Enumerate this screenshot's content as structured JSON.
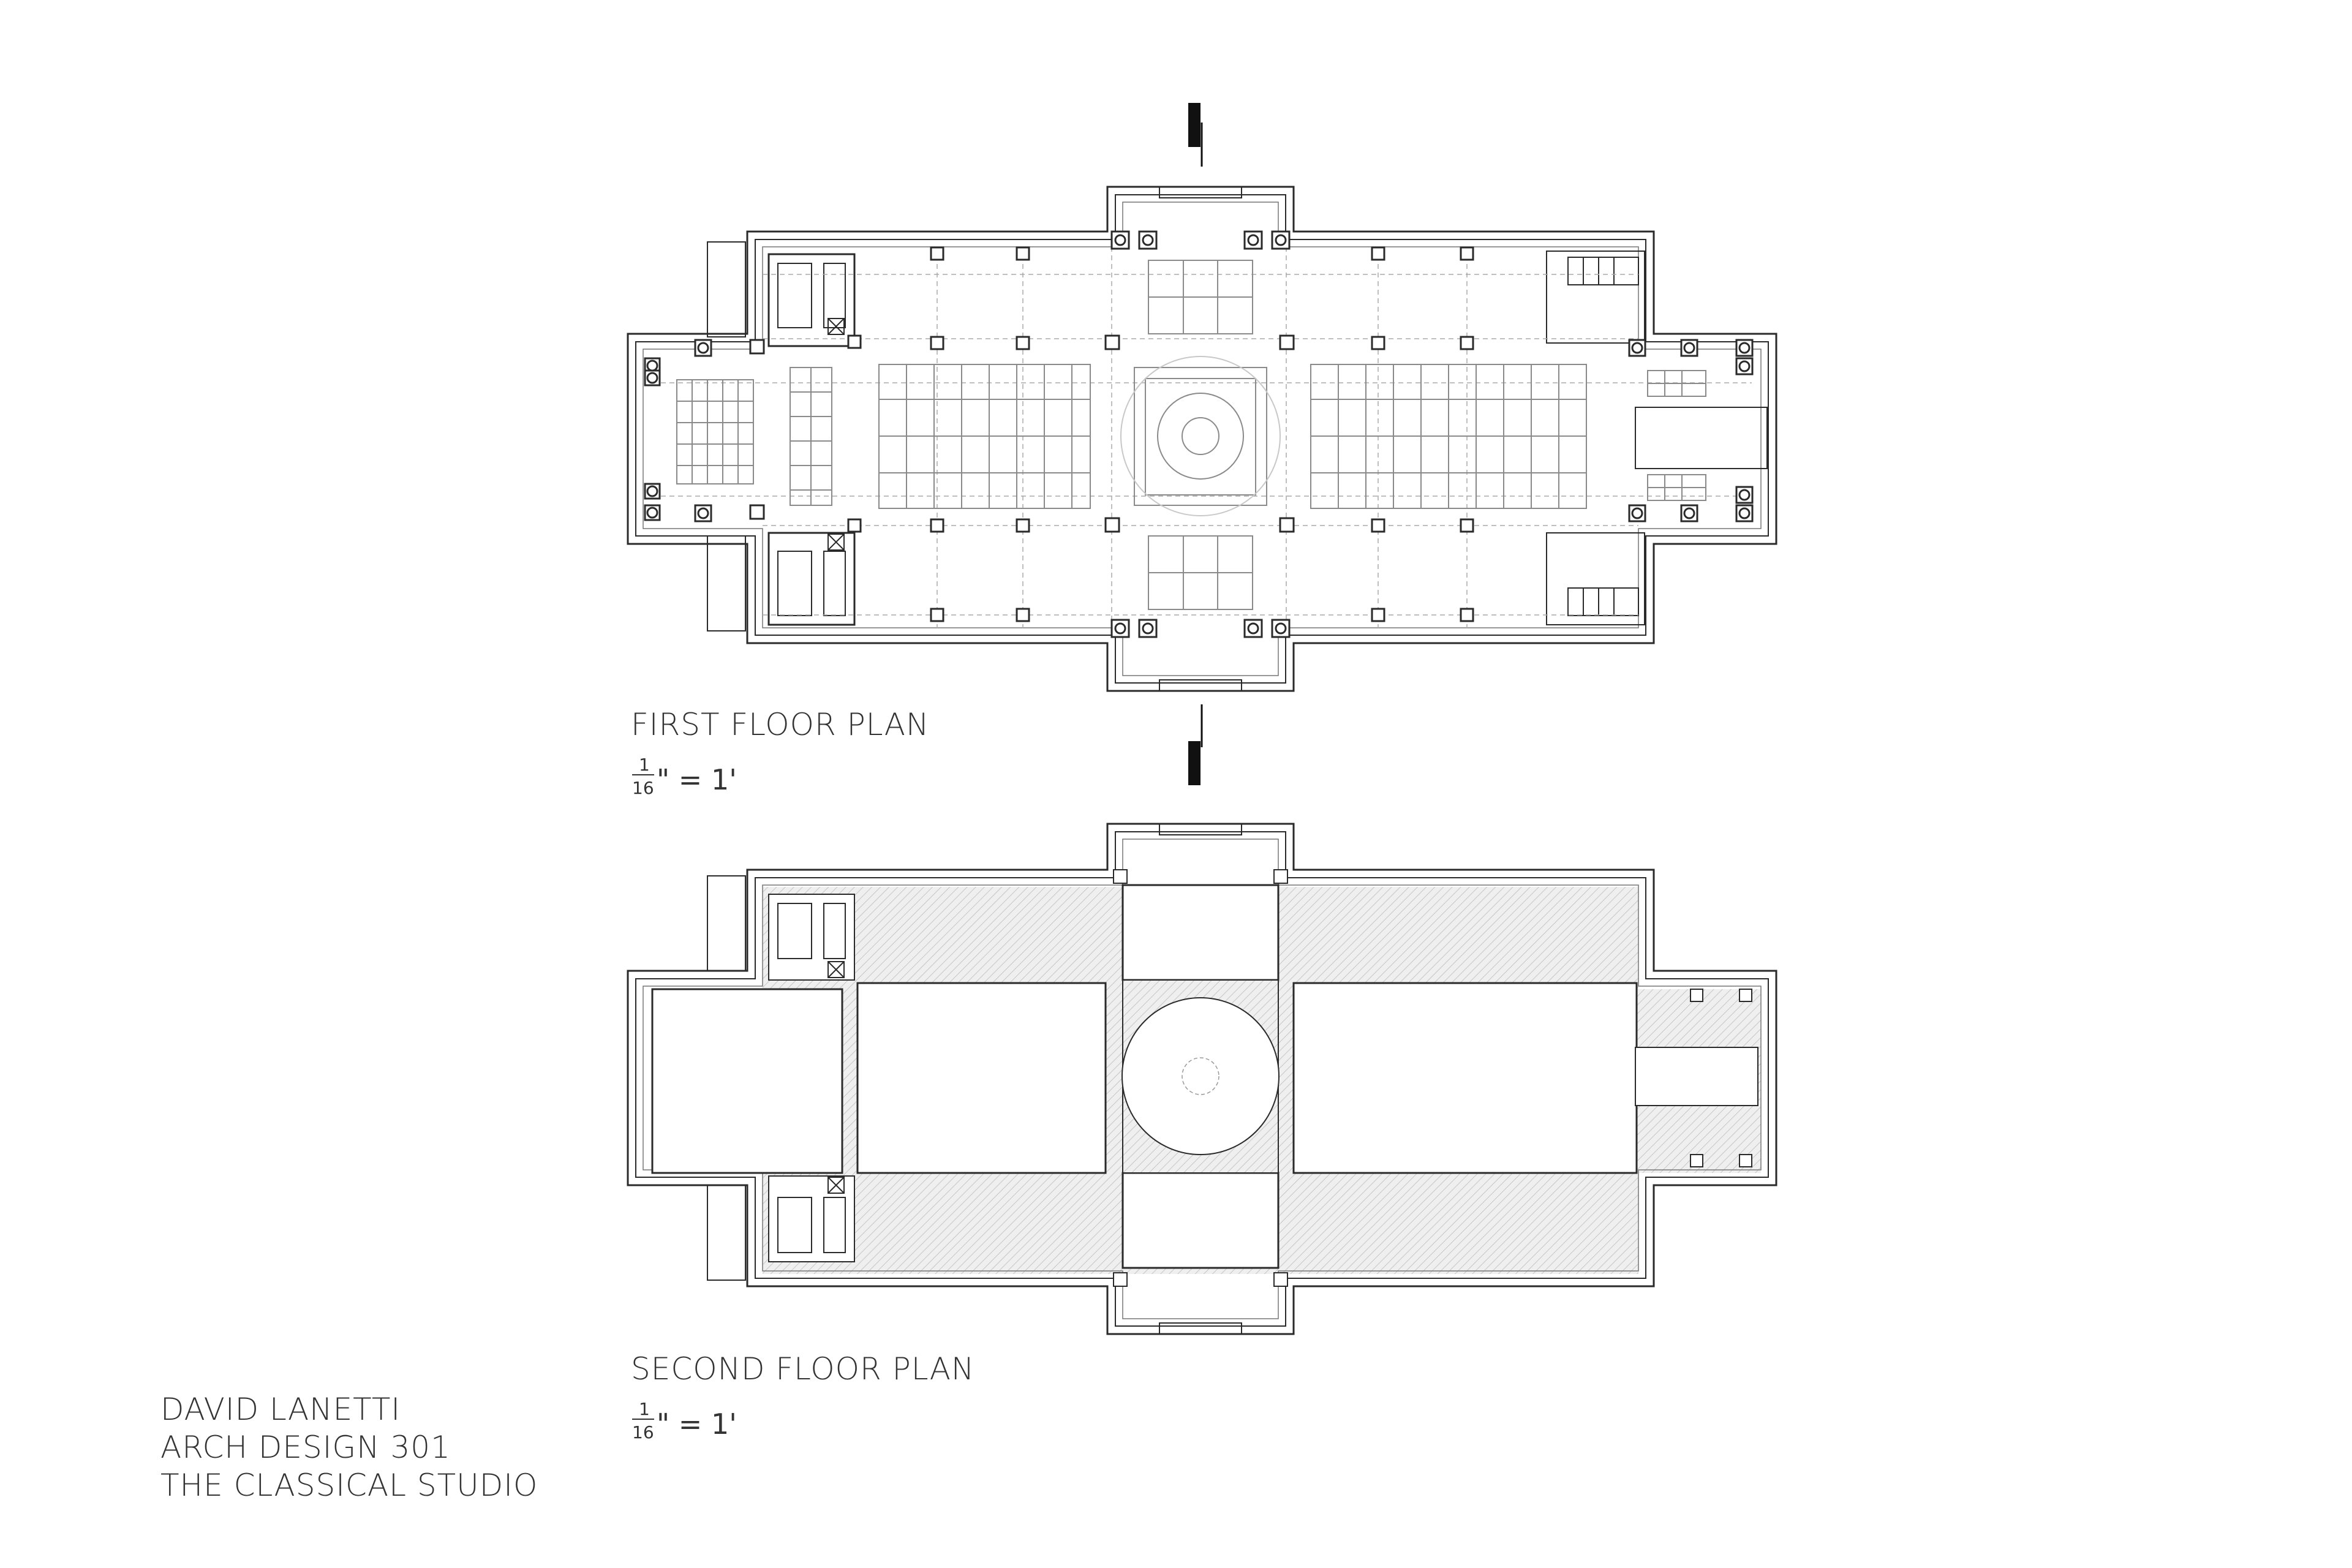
{
  "plans": [
    {
      "title": "FIRST FLOOR PLAN",
      "scale_num": "1",
      "scale_den": "16",
      "scale_rest": "\" = 1'"
    },
    {
      "title": "SECOND FLOOR PLAN",
      "scale_num": "1",
      "scale_den": "16",
      "scale_rest": "\" = 1'"
    }
  ],
  "credits": {
    "name": "DAVID LANETTI",
    "course": "ARCH DESIGN 301",
    "studio": "THE CLASSICAL STUDIO"
  },
  "colors": {
    "line": "#2a2a2a",
    "thin": "#9a9a9a",
    "hatch": "#cfcfcf",
    "fill_hatch": "#ececec"
  }
}
